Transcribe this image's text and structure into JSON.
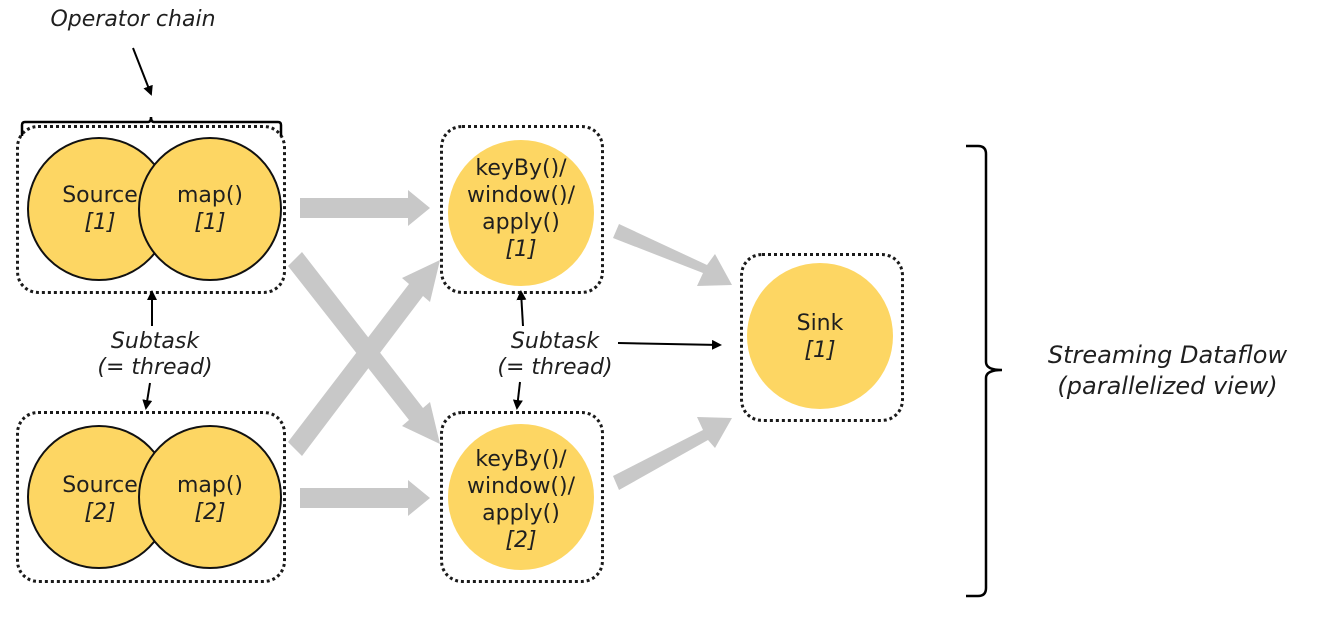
{
  "labels": {
    "operator_chain": "Operator chain",
    "subtask_left_1": "Subtask",
    "subtask_left_2": "(= thread)",
    "subtask_mid_1": "Subtask",
    "subtask_mid_2": "(= thread)",
    "streaming_1": "Streaming Dataflow",
    "streaming_2": "(parallelized view)"
  },
  "nodes": {
    "source1": {
      "name": "Source",
      "index": "[1]"
    },
    "map1": {
      "name": "map()",
      "index": "[1]"
    },
    "source2": {
      "name": "Source",
      "index": "[2]"
    },
    "map2": {
      "name": "map()",
      "index": "[2]"
    },
    "window1": {
      "line1": "keyBy()/",
      "line2": "window()/",
      "line3": "apply()",
      "index": "[1]"
    },
    "window2": {
      "line1": "keyBy()/",
      "line2": "window()/",
      "line3": "apply()",
      "index": "[2]"
    },
    "sink1": {
      "name": "Sink",
      "index": "[1]"
    }
  },
  "colors": {
    "node_fill": "#fdd663",
    "flow_arrow": "#c8c8c8",
    "text": "#1f1f1f"
  }
}
